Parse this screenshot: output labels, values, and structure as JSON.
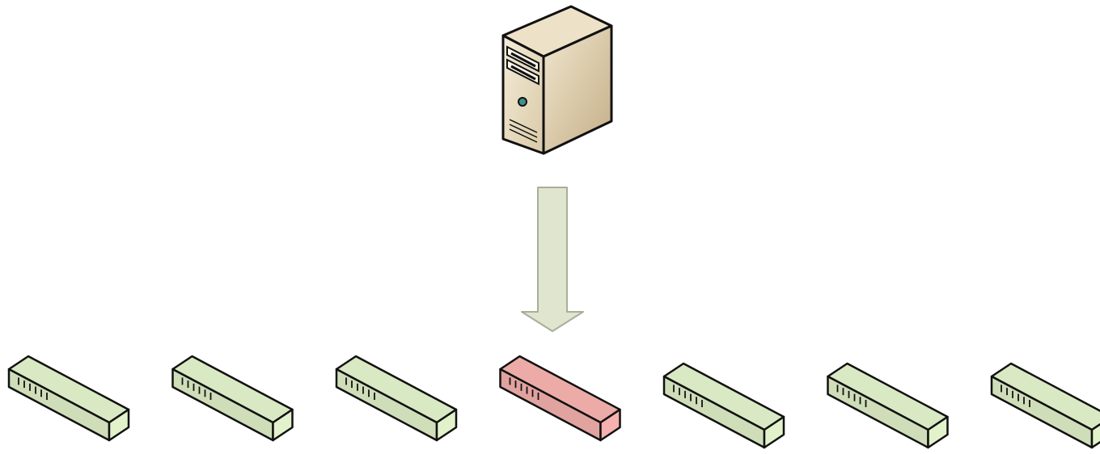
{
  "diagram": {
    "server": {
      "icon": "server-tower-icon",
      "body_color": "#e6dcc4",
      "side_color": "#c9b895"
    },
    "arrow": {
      "direction": "down",
      "fill_color": "#dfe5cf",
      "stroke_color": "#a8ae98"
    },
    "switches": [
      {
        "icon": "network-switch-icon",
        "status": "normal",
        "color": "#d5e4bf"
      },
      {
        "icon": "network-switch-icon",
        "status": "normal",
        "color": "#d5e4bf"
      },
      {
        "icon": "network-switch-icon",
        "status": "normal",
        "color": "#d5e4bf"
      },
      {
        "icon": "network-switch-icon",
        "status": "highlighted",
        "color": "#e8a8a4"
      },
      {
        "icon": "network-switch-icon",
        "status": "normal",
        "color": "#d5e4bf"
      },
      {
        "icon": "network-switch-icon",
        "status": "normal",
        "color": "#d5e4bf"
      },
      {
        "icon": "network-switch-icon",
        "status": "normal",
        "color": "#d5e4bf"
      }
    ]
  }
}
